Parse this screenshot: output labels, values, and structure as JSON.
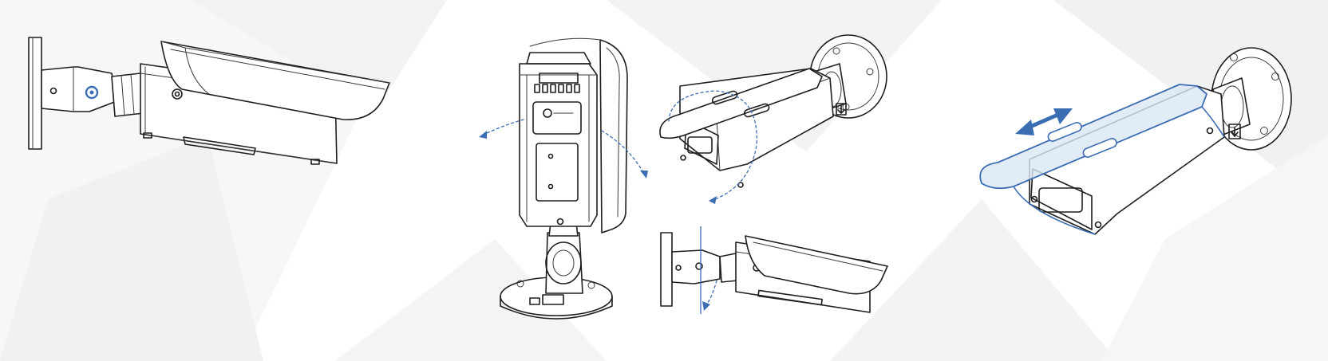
{
  "colors": {
    "background": "#ffffff",
    "background_facet": "#eeeff1",
    "background_facet_light": "#f4f5f6",
    "line_art": "#1e1e1e",
    "accent_blue": "#3b6db3",
    "hood_tint": "#dbe7f5"
  },
  "panels": [
    {
      "name": "side-view-camera-with-sunshield"
    },
    {
      "name": "pan-rotation-rear-view"
    },
    {
      "name": "tilt-adjustment-views"
    },
    {
      "name": "sunshield-slide-adjustment"
    }
  ],
  "icons": [
    "rotation-arrow-icon",
    "slide-arrow-icon",
    "arrow-down-icon"
  ]
}
